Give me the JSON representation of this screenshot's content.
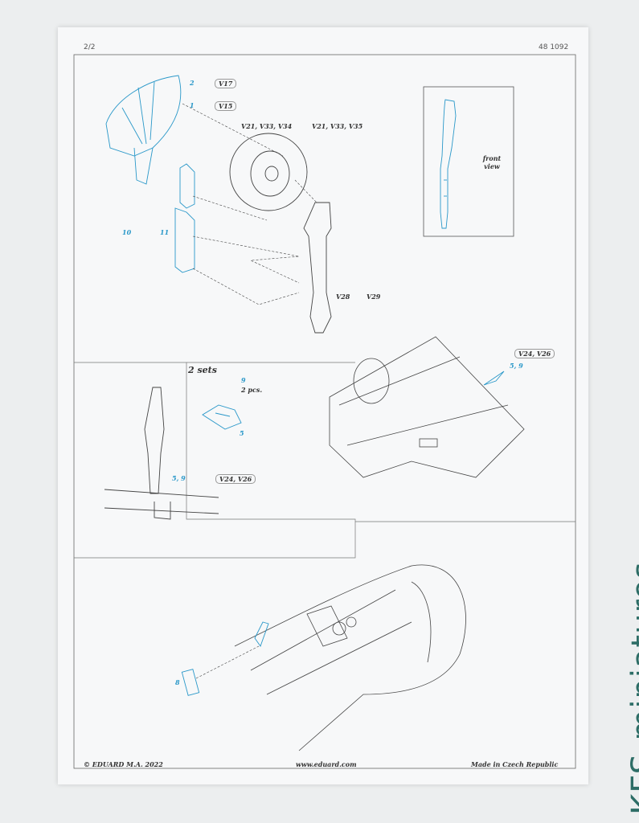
{
  "sheet": {
    "page_number": "2/2",
    "product_code": "48 1092",
    "copyright": "© EDUARD  M.A. 2022",
    "website": "www.eduard.com",
    "made_in": "Made in Czech Republic"
  },
  "step1": {
    "label_v17_num": "2",
    "label_v17": "V17",
    "label_v15_num": "1",
    "label_v15": "V15",
    "wheel_label_left": "V21, V33, V34",
    "wheel_label_right": "V21, V33, V35",
    "strut_label_left": "V28",
    "strut_label_right": "V29",
    "bracket_num_left": "10",
    "bracket_num_right": "11"
  },
  "front_view": {
    "label": "front view"
  },
  "step2": {
    "sets_label": "2 sets",
    "part_9": "9",
    "pieces": "2 pcs.",
    "part_5": "5",
    "gear_label_nums": "5, 9",
    "gear_label_v": "V24, V26",
    "wing_label_nums": "5, 9",
    "wing_label_v": "V24, V26"
  },
  "step3": {
    "part_8": "8"
  },
  "watermark": "KFS-miniatures",
  "colors": {
    "accent_blue": "#2a98c9",
    "line": "#444",
    "watermark": "#2d6d66"
  }
}
